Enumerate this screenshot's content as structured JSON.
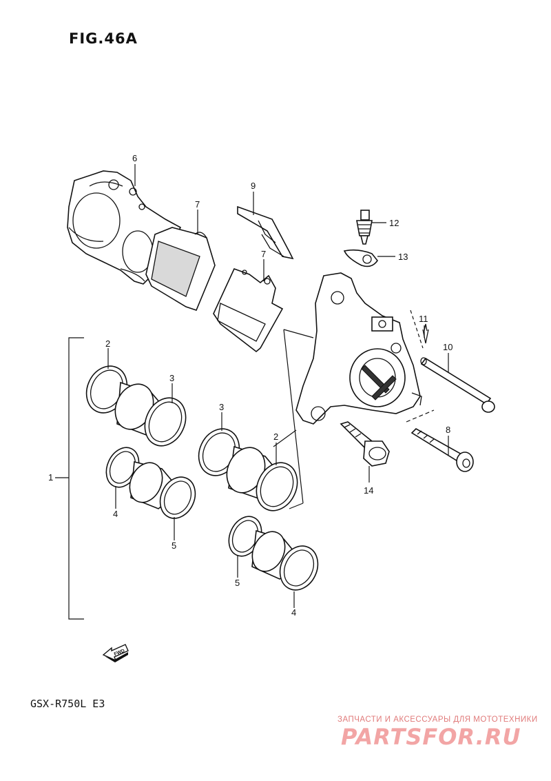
{
  "figure_title": "FIG.46A",
  "model": "GSX-R750L  E3",
  "fwd_label": "FWD",
  "watermark": {
    "tagline": "ЗАПЧАСТИ И АКСЕССУАРЫ ДЛЯ МОТОТЕХНИКИ",
    "logo": "PARTSFOR.RU"
  },
  "callouts": {
    "p1": "1",
    "p2a": "2",
    "p2b": "2",
    "p3a": "3",
    "p3b": "3",
    "p4a": "4",
    "p4b": "4",
    "p5a": "5",
    "p5b": "5",
    "p6": "6",
    "p7a": "7",
    "p7b": "7",
    "p8": "8",
    "p9": "9",
    "p10": "10",
    "p11": "11",
    "p12": "12",
    "p13": "13",
    "p14": "14"
  }
}
